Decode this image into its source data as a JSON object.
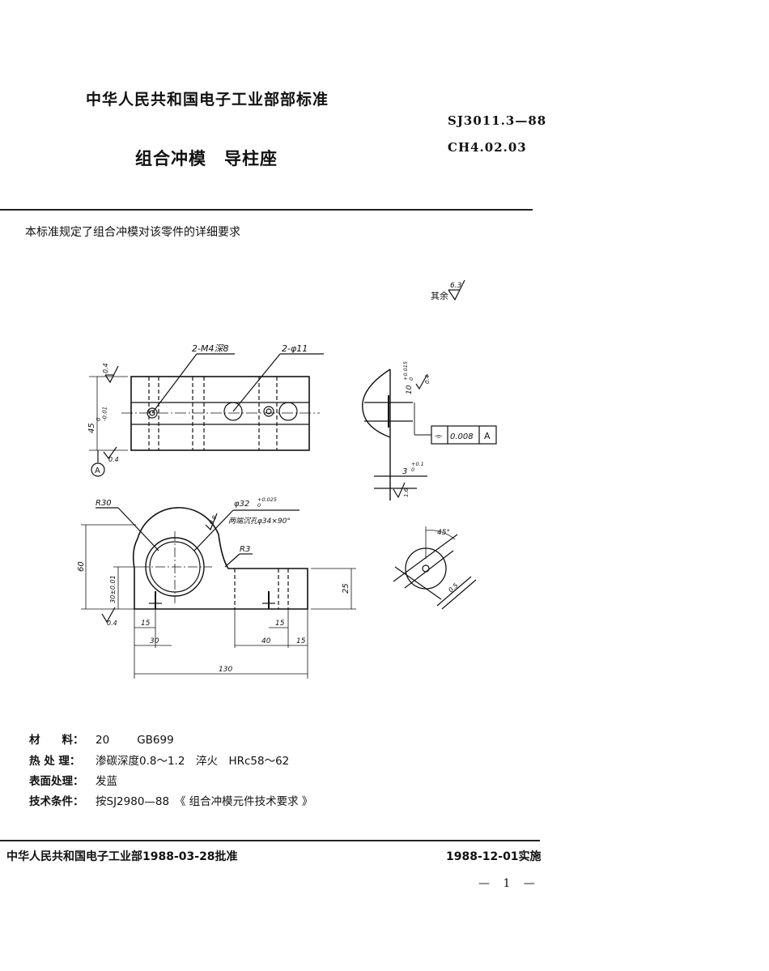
{
  "header": {
    "org": "中华人民共和国电子工业部部标准",
    "code": "SJ3011.3—88",
    "class_code": "CH4.02.03",
    "title": "组合冲模　导柱座"
  },
  "scope": "本标准规定了组合冲模对该零件的详细要求",
  "drawing": {
    "roughness_rest": "其余",
    "roughness_rest_value": "6.3",
    "callout_thread": "2-M4深8",
    "callout_hole": "2-φ11",
    "roughness_top": "0.4",
    "roughness_bottom": "0.4",
    "dim_height": "45",
    "dim_height_tol": "0\n-0.01",
    "datum": "A",
    "side_dim_10": "10",
    "side_dim_10_tol": "+0.015\n0",
    "side_roughness": "0.4",
    "flatness_symbol": "⌯",
    "flatness_value": "0.008",
    "flatness_datum": "A",
    "side_dim_3": "3",
    "side_dim_3_tol": "+0.1\n0",
    "side_roughness_2": "1.6",
    "r30": "R30",
    "bore": "φ32",
    "bore_tol": "+0.025\n0",
    "bore_note": "两端沉孔φ34×90°",
    "bore_roughness": "0.8",
    "r3": "R3",
    "dim_60": "60",
    "dim_30": "30±0.01",
    "dim_25": "25",
    "front_roughness": "0.4",
    "dim_15a": "15",
    "dim_15b": "15",
    "dim_30b": "30",
    "dim_40": "40",
    "dim_15c": "15",
    "dim_130": "130",
    "detail_angle": "45°",
    "detail_dim": "0.5"
  },
  "specs": {
    "material_label": "材　　料：",
    "material_value": "20",
    "material_std": "GB699",
    "heat_label": "热 处 理：",
    "heat_value": "渗碳深度0.8～1.2　淬火　HRc58～62",
    "surface_label": "表面处理：",
    "surface_value": "发蓝",
    "tech_label": "技术条件：",
    "tech_value": "按SJ2980—88　《 组合冲模元件技术要求 》"
  },
  "footer": {
    "approved": "中华人民共和国电子工业部1988-03-28批准",
    "effective": "1988-12-01实施",
    "page": "— 1 —"
  }
}
